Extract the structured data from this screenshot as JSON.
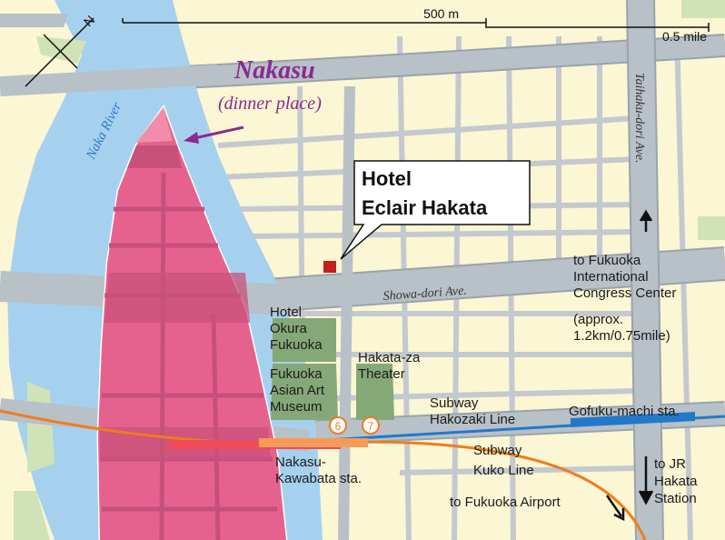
{
  "colors": {
    "background": "#fbf6d3",
    "block": "#fdf8dc",
    "road": "#b8c0c8",
    "road_edge": "#9aa3ab",
    "river": "#a6d1ee",
    "nakasu_district": "#e6628e",
    "nakasu_border": "#b8336a",
    "park": "#84a877",
    "hotel_marker": "#c0201e",
    "subway_kuko": "#ee7d1d",
    "subway_hakozaki": "#2279c7",
    "accent_purple": "#8a2a8f"
  },
  "scale_bar": {
    "label_500m": "500 m",
    "label_mile": "0.5 mile"
  },
  "compass": {
    "label": "N",
    "icon": "north-arrow-icon"
  },
  "district": {
    "title": "Nakasu",
    "subtitle": "(dinner place)"
  },
  "river": {
    "label": "Naka River"
  },
  "hotel": {
    "callout_line1": "Hotel",
    "callout_line2": "Eclair Hakata"
  },
  "roads": {
    "showa": "Showa-dori Ave.",
    "taihaku": "Taihaku-dori Ave."
  },
  "landmarks": {
    "okura": [
      "Hotel",
      "Okura",
      "Fukuoka"
    ],
    "museum": [
      "Fukuoka",
      "Asian Art",
      "Museum"
    ],
    "hakataza": [
      "Hakata-za",
      "Theater"
    ]
  },
  "subway": {
    "hakozaki_line": [
      "Subway",
      "Hakozaki Line"
    ],
    "kuko_line": [
      "Subway",
      "Kuko Line"
    ],
    "nakasu_kawabata": [
      "Nakasu-",
      "Kawabata sta."
    ],
    "gofuku_machi": "Gofuku-machi sta.",
    "exit_6": "6",
    "exit_7": "7"
  },
  "directions": {
    "congress_center": [
      "to Fukuoka",
      "International",
      "Congress Center",
      "(approx.",
      "1.2km/0.75mile)"
    ],
    "jr_hakata": [
      "to JR",
      "Hakata",
      "Station"
    ],
    "airport": "to Fukuoka Airport"
  }
}
